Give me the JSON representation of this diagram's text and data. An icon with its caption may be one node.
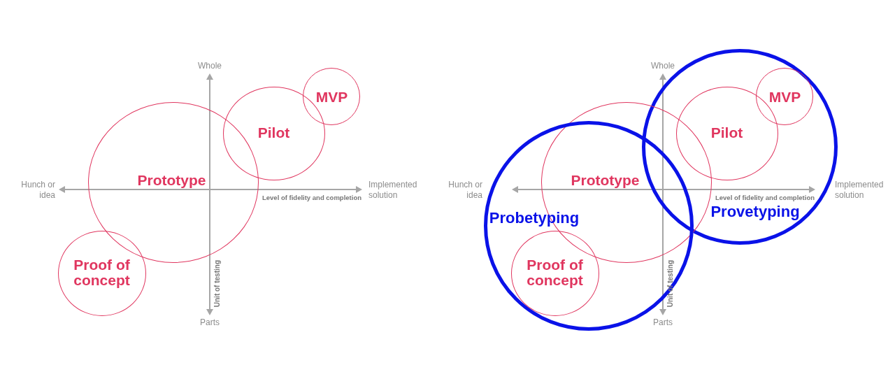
{
  "diagram": {
    "nodes": [
      {
        "text": [
          "MVP"
        ]
      },
      {
        "text": [
          "Pilot"
        ]
      },
      {
        "text": [
          "Prototype"
        ]
      },
      {
        "text": [
          "Proof of concept"
        ]
      },
      {
        "text": [
          "Provetyping"
        ]
      },
      {
        "text": [
          "MVP"
        ],
        "in": 4
      },
      {
        "text": [
          "Pilot"
        ],
        "in": 4
      },
      {
        "text": [
          "Prototype"
        ]
      },
      {
        "text": [
          "Probetyping"
        ]
      },
      {
        "text": [
          "Proof of concept"
        ],
        "in": 8
      }
    ],
    "labels": [
      "Whole",
      "Hunch or idea",
      "Implemented solution",
      "Level of fidelity and completion",
      "Unit of testing",
      "Parts",
      "Whole",
      "Hunch or idea",
      "Implemented solution",
      "Level of fidelity and completion",
      "Unit of testing",
      "Parts"
    ]
  }
}
